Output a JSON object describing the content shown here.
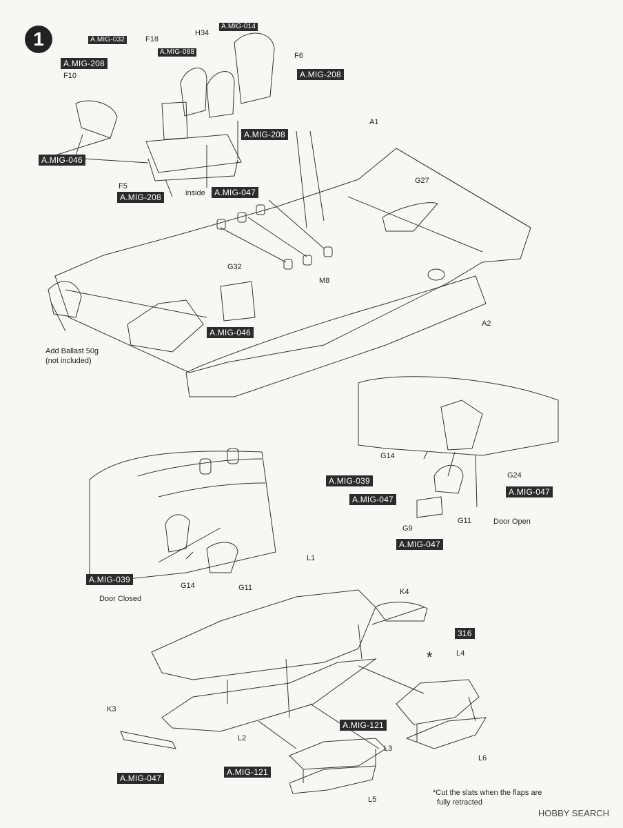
{
  "step": "1",
  "paint_tags": {
    "t1": "A.MIG-032",
    "t2": "A.MIG-014",
    "t3": "A.MIG-088",
    "t4": "A.MIG-208",
    "t5": "A.MIG-208",
    "t6": "A.MIG-046",
    "t7": "A.MIG-208",
    "t8": "A.MIG-208",
    "t9": "A.MIG-047",
    "t10": "A.MIG-046",
    "t11": "A.MIG-039",
    "t12": "A.MIG-047",
    "t13": "A.MIG-047",
    "t14": "A.MIG-047",
    "t15": "A.MIG-039",
    "t16": "316",
    "t17": "A.MIG-121",
    "t18": "A.MIG-121",
    "t19": "A.MIG-047"
  },
  "part_labels": {
    "f18": "F18",
    "h34": "H34",
    "f6": "F6",
    "f10": "F10",
    "f5": "F5",
    "inside": "inside",
    "a1": "A1",
    "g27": "G27",
    "m8": "M8",
    "g32": "G32",
    "a2": "A2",
    "g14a": "G14",
    "g24": "G24",
    "g11a": "G11",
    "g9": "G9",
    "g14b": "G14",
    "g11b": "G11",
    "l1": "L1",
    "k4": "K4",
    "star": "*",
    "l4": "L4",
    "k3": "K3",
    "l2": "L2",
    "l3": "L3",
    "l6": "L6",
    "l5": "L5"
  },
  "notes": {
    "ballast_1": "Add Ballast 50g",
    "ballast_2": "(not included)",
    "door_open": "Door Open",
    "door_closed": "Door Closed",
    "slats_1": "*Cut the slats when the flaps are",
    "slats_2": "fully retracted"
  },
  "watermark": "HOBBY SEARCH",
  "colors": {
    "ink": "#222222",
    "tag_bg": "#2b2b2b",
    "tag_text": "#ffffff",
    "paper": "#f7f7f5"
  }
}
